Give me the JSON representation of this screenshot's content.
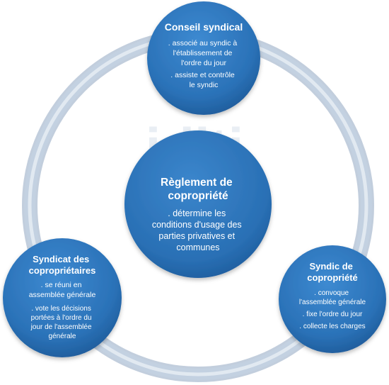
{
  "watermark": {
    "text": "iditi",
    "letter": "P"
  },
  "nodes": {
    "center": {
      "title_lines": [
        "Règlement de",
        "copropriété"
      ],
      "body_lines": [
        ". détermine les",
        "conditions d'usage des",
        "parties privatives et",
        "communes"
      ]
    },
    "top": {
      "title_lines": [
        "Conseil syndical"
      ],
      "items": [
        [
          ". associé au syndic à",
          "l'établissement de",
          "l'ordre du jour"
        ],
        [
          ". assiste et contrôle",
          "le syndic"
        ]
      ]
    },
    "left": {
      "title_lines": [
        "Syndicat des",
        "copropriétaires"
      ],
      "items": [
        [
          ". se réuni en",
          "assemblée générale"
        ],
        [
          ". vote les décisions",
          "portées à l'ordre du",
          "jour de l'assemblée",
          "générale"
        ]
      ]
    },
    "right": {
      "title_lines": [
        "Syndic de",
        "copropriété"
      ],
      "items": [
        [
          ". convoque",
          "l'assemblée générale"
        ],
        [
          ". fixe l'ordre du jour"
        ],
        [
          ". collecte les charges"
        ]
      ]
    }
  },
  "colors": {
    "node_fill": "#2f77bd",
    "node_fill_dark": "#1f5f9e",
    "ring": "#b9c9dc",
    "ring_edge": "#8fa6c1"
  }
}
